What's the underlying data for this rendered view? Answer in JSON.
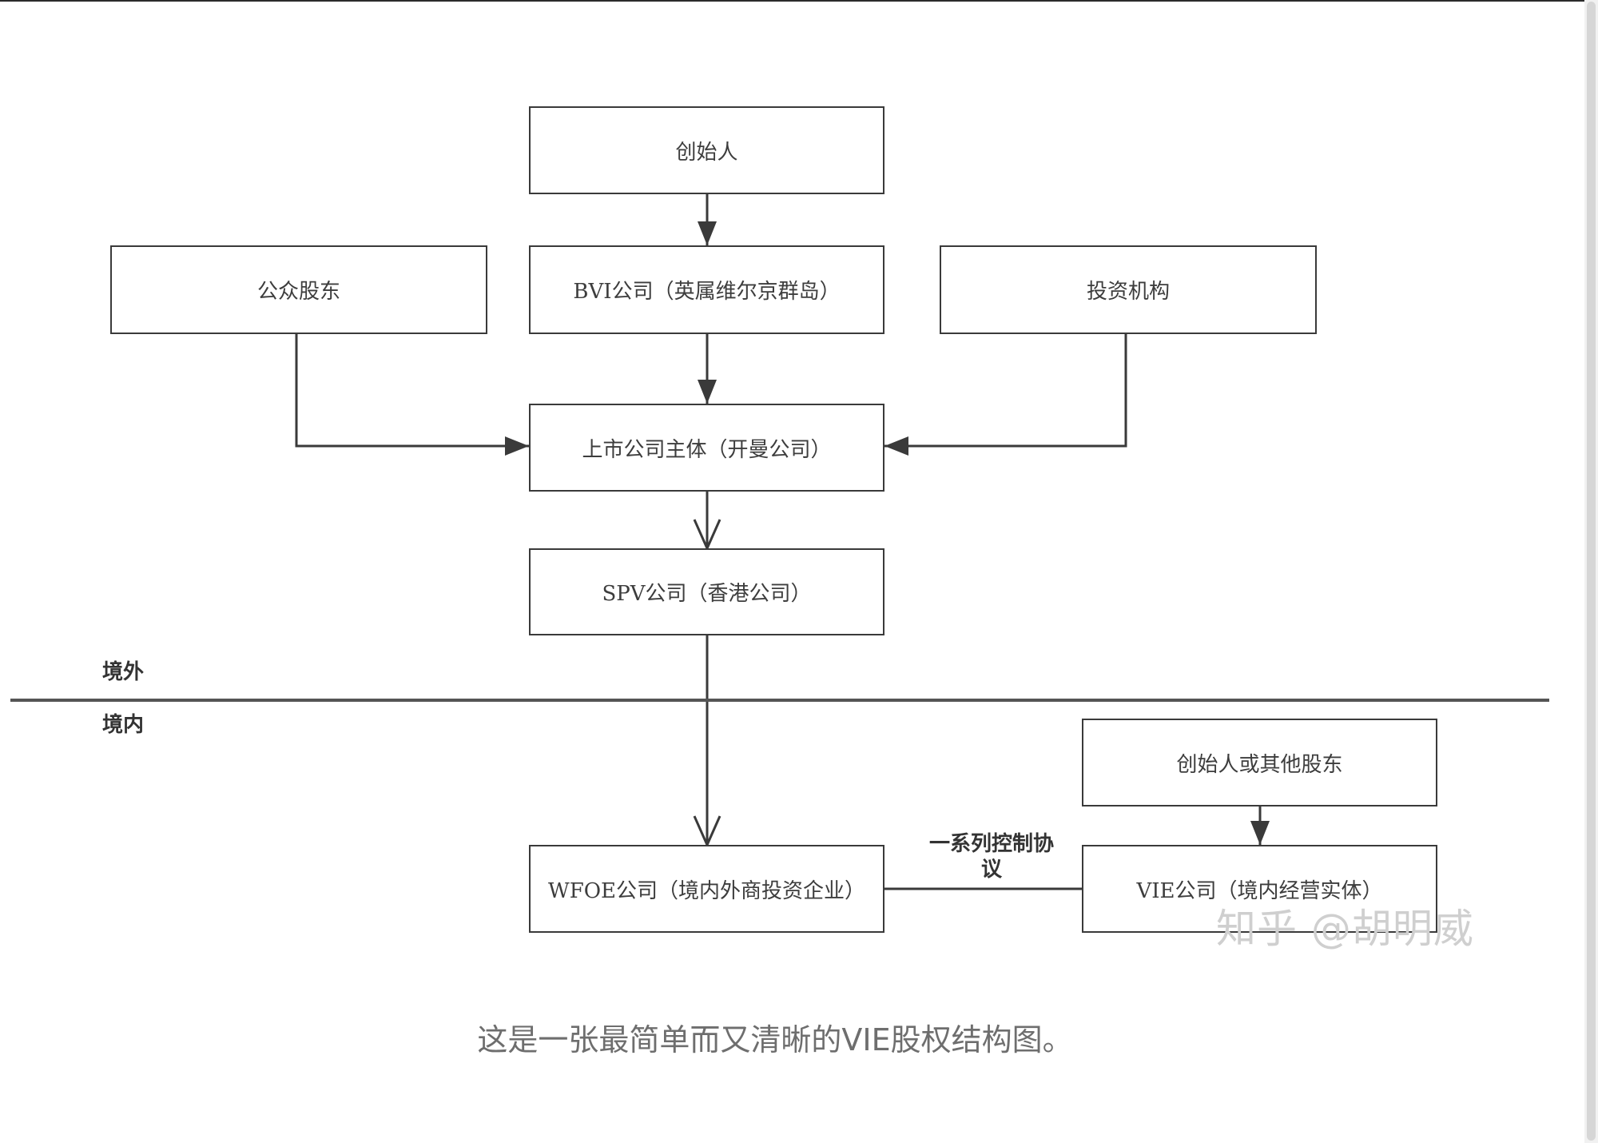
{
  "diagram": {
    "nodes": {
      "founder": "创始人",
      "public_shareholders": "公众股东",
      "bvi_company": "BVI公司（英属维尔京群岛）",
      "investors": "投资机构",
      "listed_entity": "上市公司主体（开曼公司）",
      "spv_company": "SPV公司（香港公司）",
      "founder_or_other_shareholders": "创始人或其他股东",
      "wfoe_company": "WFOE公司（境内外商投资企业）",
      "vie_company": "VIE公司（境内经营实体）"
    },
    "regions": {
      "offshore": "境外",
      "onshore": "境内"
    },
    "edge_labels": {
      "control_agreements_line1": "一系列控制协",
      "control_agreements_line2": "议"
    },
    "edges": [
      {
        "from": "founder",
        "to": "bvi_company"
      },
      {
        "from": "bvi_company",
        "to": "listed_entity"
      },
      {
        "from": "public_shareholders",
        "to": "listed_entity"
      },
      {
        "from": "investors",
        "to": "listed_entity"
      },
      {
        "from": "listed_entity",
        "to": "spv_company"
      },
      {
        "from": "spv_company",
        "to": "wfoe_company"
      },
      {
        "from": "founder_or_other_shareholders",
        "to": "vie_company"
      },
      {
        "from": "wfoe_company",
        "to": "vie_company",
        "label": "一系列控制协议"
      }
    ]
  },
  "watermark": "知乎 @胡明威",
  "caption": "这是一张最简单而又清晰的VIE股权结构图。"
}
